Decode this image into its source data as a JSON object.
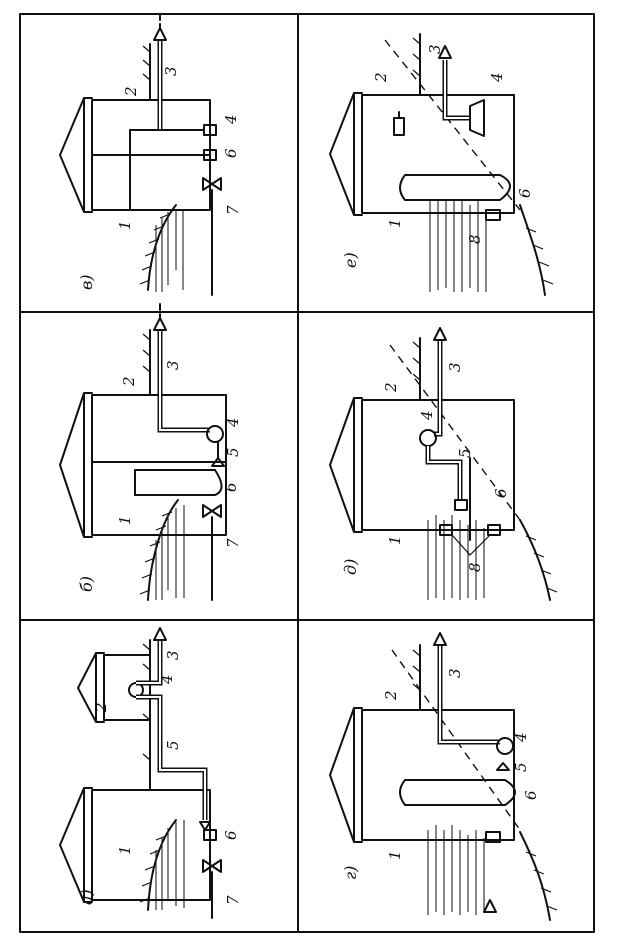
{
  "panels": [
    {
      "id": "a",
      "caption": "а)",
      "labels": [
        "1",
        "2",
        "3",
        "4",
        "5",
        "6",
        "7"
      ]
    },
    {
      "id": "b",
      "caption": "б)",
      "labels": [
        "1",
        "2",
        "3",
        "4",
        "5",
        "6",
        "7"
      ]
    },
    {
      "id": "v",
      "caption": "в)",
      "labels": [
        "1",
        "2",
        "3",
        "4",
        "6",
        "7"
      ]
    },
    {
      "id": "g",
      "caption": "г)",
      "labels": [
        "1",
        "2",
        "3",
        "4",
        "5",
        "6"
      ]
    },
    {
      "id": "d",
      "caption": "д)",
      "labels": [
        "1",
        "2",
        "3",
        "4",
        "5",
        "6",
        "8"
      ]
    },
    {
      "id": "e",
      "caption": "е)",
      "labels": [
        "1",
        "2",
        "3",
        "4",
        "6",
        "8"
      ]
    }
  ],
  "colors": {
    "stroke": "#111111",
    "background": "#ffffff"
  }
}
